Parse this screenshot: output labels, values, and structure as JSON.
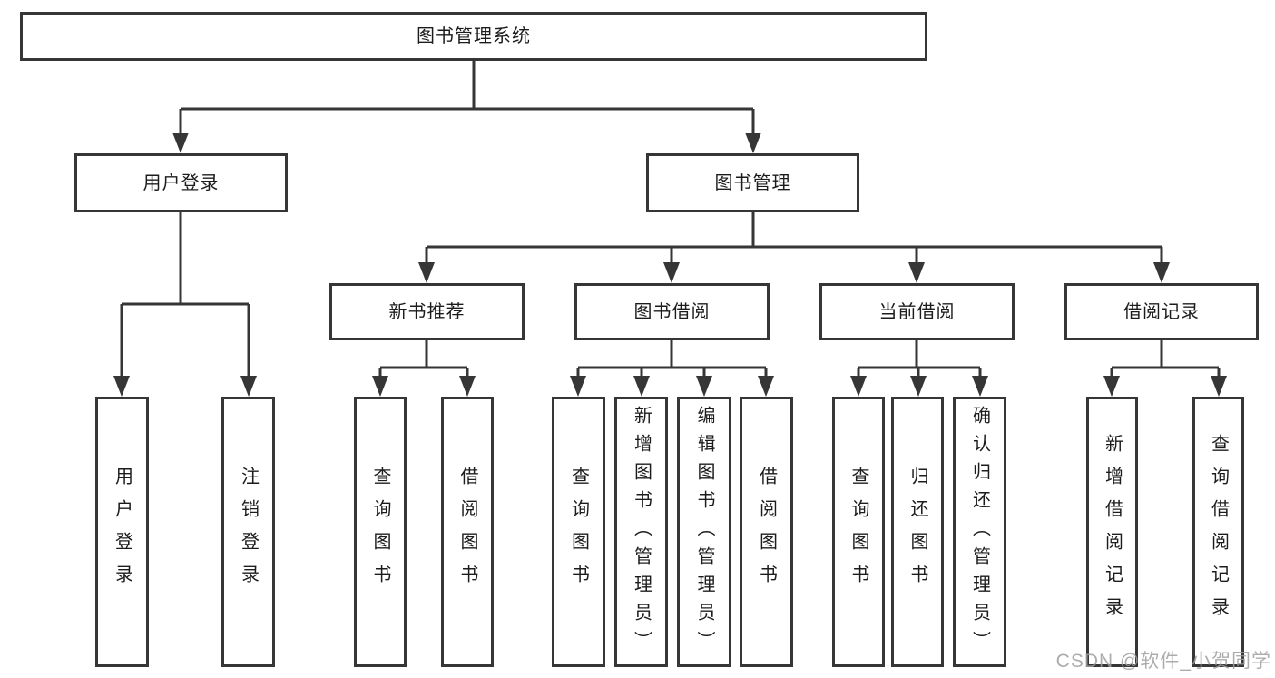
{
  "tree": {
    "root": "图书管理系统",
    "level2": [
      "用户登录",
      "图书管理"
    ],
    "level3": [
      "新书推荐",
      "图书借阅",
      "当前借阅",
      "借阅记录"
    ],
    "leaves": {
      "user": [
        "用户登录",
        "注销登录"
      ],
      "newbook": [
        "查询图书",
        "借阅图书"
      ],
      "borrow": [
        "查询图书",
        "新增图书（管理员）",
        "编辑图书（管理员）",
        "借阅图书"
      ],
      "current": [
        "查询图书",
        "归还图书",
        "确认归还（管理员）"
      ],
      "records": [
        "新增借阅记录",
        "查询借阅记录"
      ]
    }
  },
  "watermark": "CSDN @软件_小贺同学",
  "colors": {
    "line": "#363636",
    "box_border": "#363636",
    "text": "#1c1c1c",
    "watermark": "#9e9e9e",
    "background": "#ffffff"
  }
}
